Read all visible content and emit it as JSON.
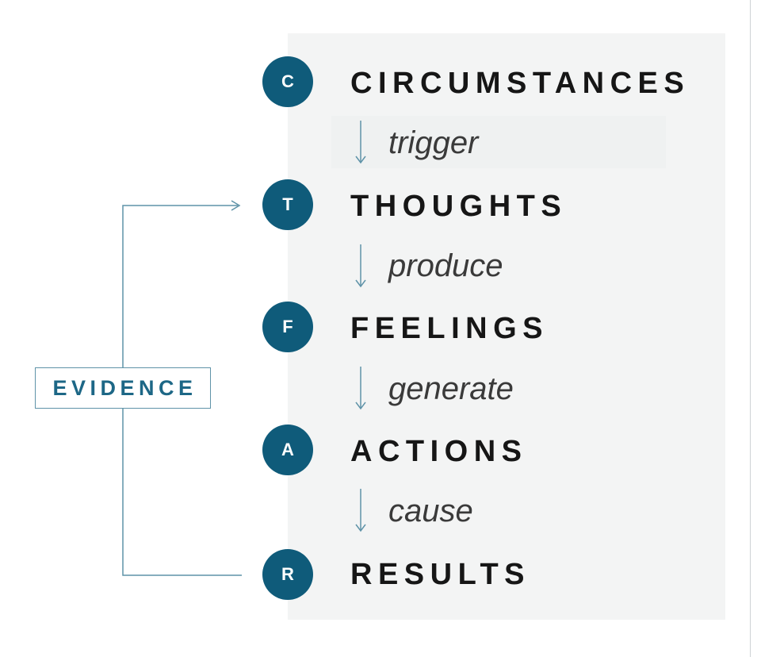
{
  "steps": [
    {
      "letter": "C",
      "label": "CIRCUMSTANCES"
    },
    {
      "letter": "T",
      "label": "THOUGHTS"
    },
    {
      "letter": "F",
      "label": "FEELINGS"
    },
    {
      "letter": "A",
      "label": "ACTIONS"
    },
    {
      "letter": "R",
      "label": "RESULTS"
    }
  ],
  "connectors": [
    {
      "verb": "trigger"
    },
    {
      "verb": "produce"
    },
    {
      "verb": "generate"
    },
    {
      "verb": "cause"
    }
  ],
  "evidence": {
    "label": "EVIDENCE"
  },
  "colors": {
    "badge": "#0f5b7a",
    "evidence_text": "#1d6786",
    "evidence_line": "#5f93a8",
    "panel": "#f3f4f4"
  }
}
